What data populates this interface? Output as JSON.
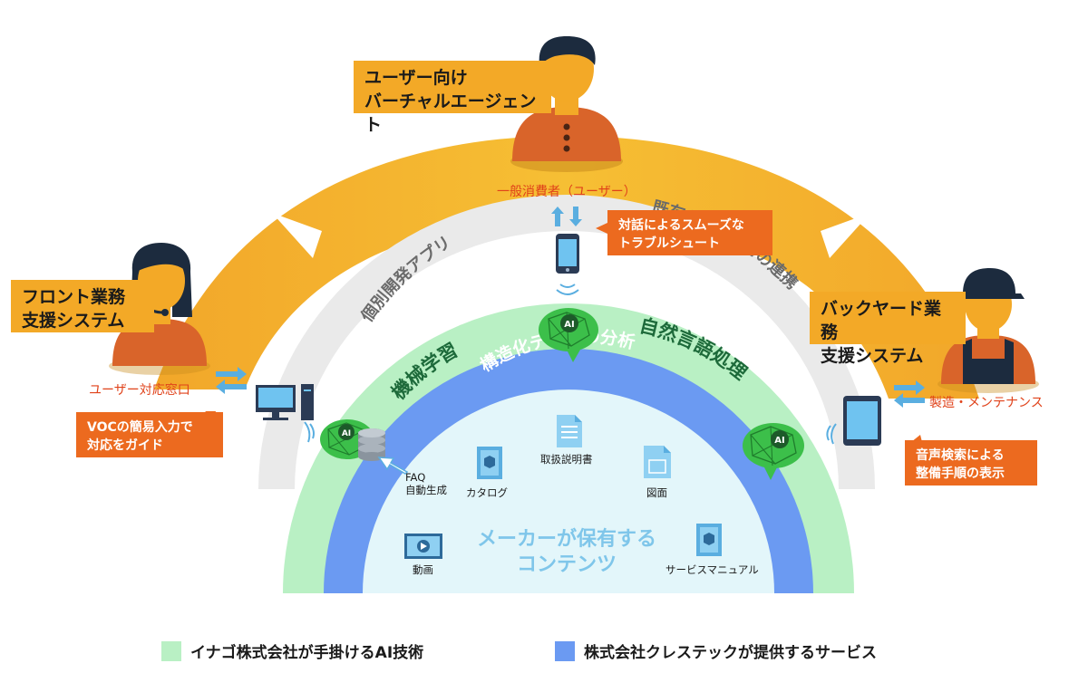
{
  "roles": {
    "user": {
      "title_line1": "ユーザー向け",
      "title_line2": "バーチャルエージェント",
      "caption": "一般消費者（ユーザー）"
    },
    "front": {
      "title_line1": "フロント業務",
      "title_line2": "支援システム",
      "caption": "ユーザー対応窓口"
    },
    "back": {
      "title_line1": "バックヤード業務",
      "title_line2": "支援システム",
      "caption": "製造・メンテナンス"
    }
  },
  "callouts": {
    "user": {
      "line1": "対話によるスムーズな",
      "line2": "トラブルシュート"
    },
    "front": {
      "line1": "VOCの簡易入力で",
      "line2": "対応をガイド"
    },
    "back": {
      "line1": "音声検索による",
      "line2": "整備手順の表示"
    }
  },
  "arc_labels": {
    "gray_left": "個別開発アプリ",
    "gray_right": "既存システムとの連携",
    "green_left": "機械学習",
    "green_right": "自然言語処理",
    "blue": "構造化データの分析"
  },
  "contents": {
    "title_line1": "メーカーが保有する",
    "title_line2": "コンテンツ",
    "faq_line1": "FAQ",
    "faq_line2": "自動生成",
    "items": [
      "カタログ",
      "取扱説明書",
      "図面",
      "動画",
      "サービスマニュアル"
    ]
  },
  "ai_badge": "AI",
  "legend": {
    "green": {
      "label": "イナゴ株式会社が手掛けるAI技術",
      "color": "#b9f0c4"
    },
    "blue": {
      "label": "株式会社クレステックが提供するサービス",
      "color": "#6b9af2"
    }
  },
  "colors": {
    "big_arc": "#f3b52a",
    "gray_arc": "#e9e9e9",
    "green_arc": "#b9f0c4",
    "blue_arc": "#6b9af2",
    "inner": "#e3f6fa",
    "orange": "#ec6a1f",
    "person_skin": "#f3a927",
    "person_shirt": "#d9642a",
    "hair": "#1c2b3e"
  }
}
